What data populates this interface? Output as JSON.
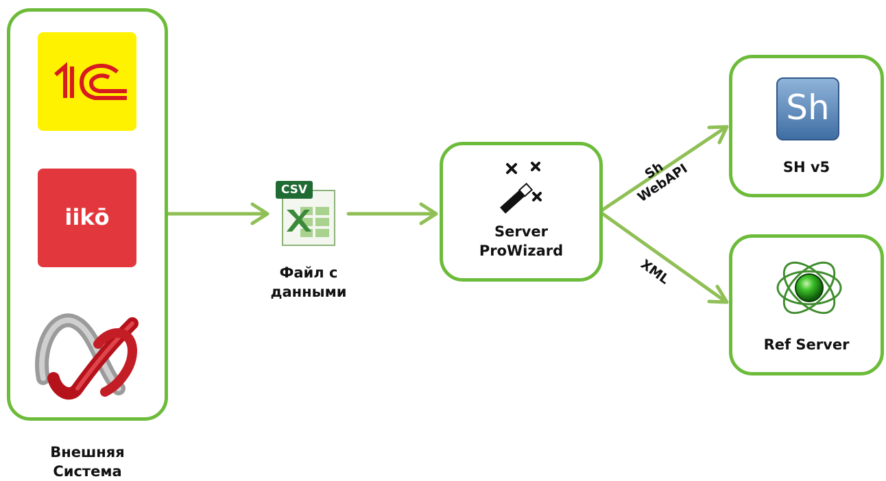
{
  "colors": {
    "accent": "#6dbb3a",
    "arrow": "#8fbf55",
    "logo_1c_bg": "#fff200",
    "logo_1c_fg": "#d71920",
    "logo_iiko_bg": "#e2373d"
  },
  "nodes": {
    "external": {
      "label": "Внешняя\nСистема",
      "logos": [
        {
          "name": "1c-logo-icon",
          "text": "1С"
        },
        {
          "name": "iiko-logo-icon",
          "text": "iikō"
        },
        {
          "name": "ribbon-logo-icon",
          "text": ""
        }
      ]
    },
    "file": {
      "label": "Файл с\nданными",
      "badge": "CSV",
      "icon": "excel-csv-icon"
    },
    "server": {
      "label": "Server\nProWizard",
      "icon": "magic-wand-icon"
    },
    "sh": {
      "label": "SH v5",
      "icon": "sh-logo-icon",
      "logo_text": "Sh"
    },
    "ref": {
      "label": "Ref Server",
      "icon": "atom-sphere-icon"
    }
  },
  "edges": [
    {
      "from": "external",
      "to": "file",
      "label": ""
    },
    {
      "from": "file",
      "to": "server",
      "label": ""
    },
    {
      "from": "server",
      "to": "sh",
      "label": "Sh\nWebAPI"
    },
    {
      "from": "server",
      "to": "ref",
      "label": "XML"
    }
  ]
}
